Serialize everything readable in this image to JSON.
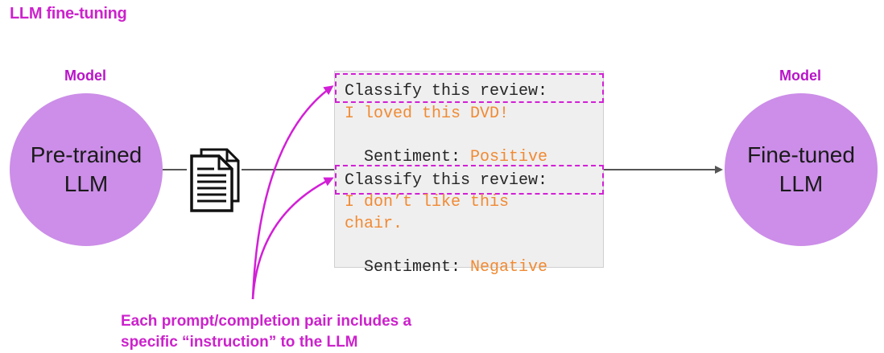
{
  "title": "LLM fine-tuning",
  "left_model": {
    "label": "Model",
    "name": "Pre-trained\nLLM"
  },
  "right_model": {
    "label": "Model",
    "name": "Fine-tuned\nLLM"
  },
  "examples": [
    {
      "instruction": "Classify this review:",
      "review_lines": [
        "I loved this DVD!"
      ],
      "sentiment_prefix": "Sentiment: ",
      "sentiment": "Positive"
    },
    {
      "instruction": "Classify this review:",
      "review_lines": [
        "I don’t like this",
        "chair."
      ],
      "sentiment_prefix": "Sentiment: ",
      "sentiment": "Negative"
    }
  ],
  "caption": "Each prompt/completion pair includes a\nspecific “instruction” to the LLM",
  "colors": {
    "accent": "#cc22cc",
    "circle": "#cc8ee8",
    "completion": "#f08a33",
    "panel": "#efefef"
  },
  "icons": {
    "document": "documents-icon"
  }
}
